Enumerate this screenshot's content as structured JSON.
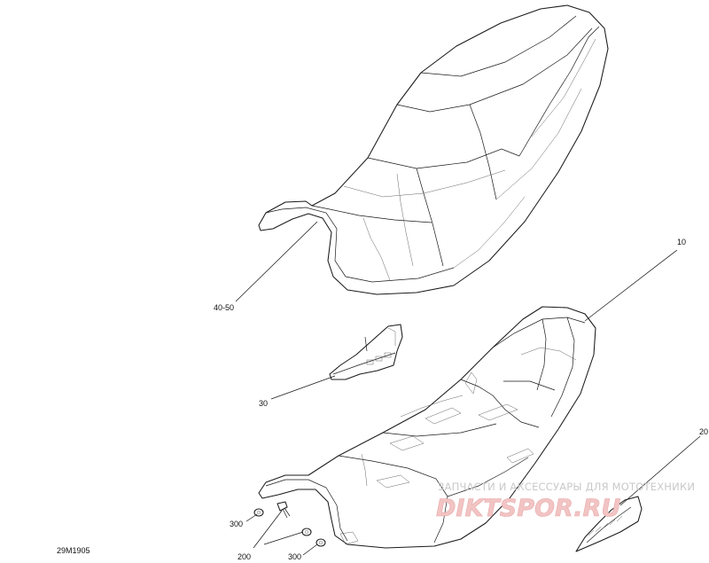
{
  "callouts": {
    "seat": "40-50",
    "base": "10",
    "bracket": "30",
    "cover": "20",
    "nut_upper": "300",
    "bolt": "200",
    "nut_lower": "300"
  },
  "drawing_code": "29M1905",
  "watermark": {
    "tagline": "ЗАПЧАСТИ И АКСЕССУАРЫ ДЛЯ МОТОТЕХНИКИ",
    "logo": "DIKTSPOR.RU"
  },
  "colors": {
    "lines": "#1a1a1a",
    "watermark_text": "#c9c9c9",
    "watermark_logo": "#f2c4c4"
  }
}
